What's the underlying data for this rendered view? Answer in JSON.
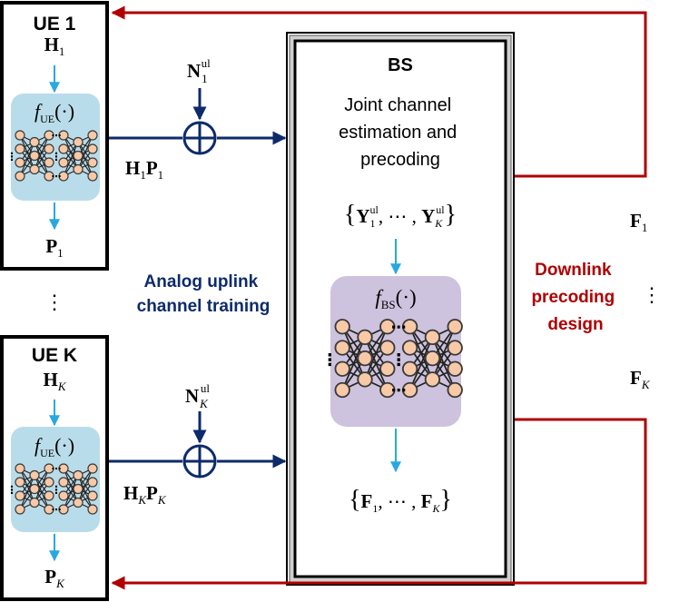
{
  "colors": {
    "uplink": "#0d2b6b",
    "downlink": "#b00000",
    "ue_inner_arrow": "#29a8e0",
    "ue_network_bg": "#b9dcea",
    "bs_network_bg": "#cdc3de",
    "neuron_fill": "#f7c9a6",
    "neuron_stroke": "#3a3a3a"
  },
  "ue_blocks": [
    {
      "title": "UE 1",
      "input": "H",
      "input_sub": "1",
      "network": "f",
      "network_sub": "UE",
      "network_arg": "(·)",
      "output": "P",
      "output_sub": "1"
    },
    {
      "title": "UE K",
      "input": "H",
      "input_sub": "K",
      "network": "f",
      "network_sub": "UE",
      "network_arg": "(·)",
      "output": "P",
      "output_sub": "K"
    }
  ],
  "ue_gap_dots": "⋮",
  "noise": [
    {
      "symbol": "N",
      "sub": "1",
      "sup": "ul"
    },
    {
      "symbol": "N",
      "sub": "K",
      "sup": "ul"
    }
  ],
  "uplink_signals": [
    {
      "a": "H",
      "a_sub": "1",
      "b": "P",
      "b_sub": "1"
    },
    {
      "a": "H",
      "a_sub": "K",
      "b": "P",
      "b_sub": "K"
    }
  ],
  "uplink_label": [
    "Analog uplink",
    "channel training"
  ],
  "bs": {
    "title": "BS",
    "description": [
      "Joint channel",
      "estimation and",
      "precoding"
    ],
    "input_set": {
      "open": "{",
      "first": "Y",
      "first_sub": "1",
      "first_sup": "ul",
      "ellipsis": ", ⋯ , ",
      "last": "Y",
      "last_sub": "K",
      "last_sup": "ul",
      "close": "}"
    },
    "network": "f",
    "network_sub": "BS",
    "network_arg": "(·)",
    "output_set": {
      "open": "{",
      "first": "F",
      "first_sub": "1",
      "ellipsis": ", ⋯ , ",
      "last": "F",
      "last_sub": "K",
      "close": "}"
    }
  },
  "downlink_label": [
    "Downlink",
    "precoding",
    "design"
  ],
  "feedback": [
    {
      "symbol": "F",
      "sub": "1"
    },
    {
      "symbol": "F",
      "sub": "K"
    }
  ],
  "feedback_dots": "⋮",
  "network_dots": {
    "horizontal": "⋯",
    "vertical": "⋮"
  }
}
